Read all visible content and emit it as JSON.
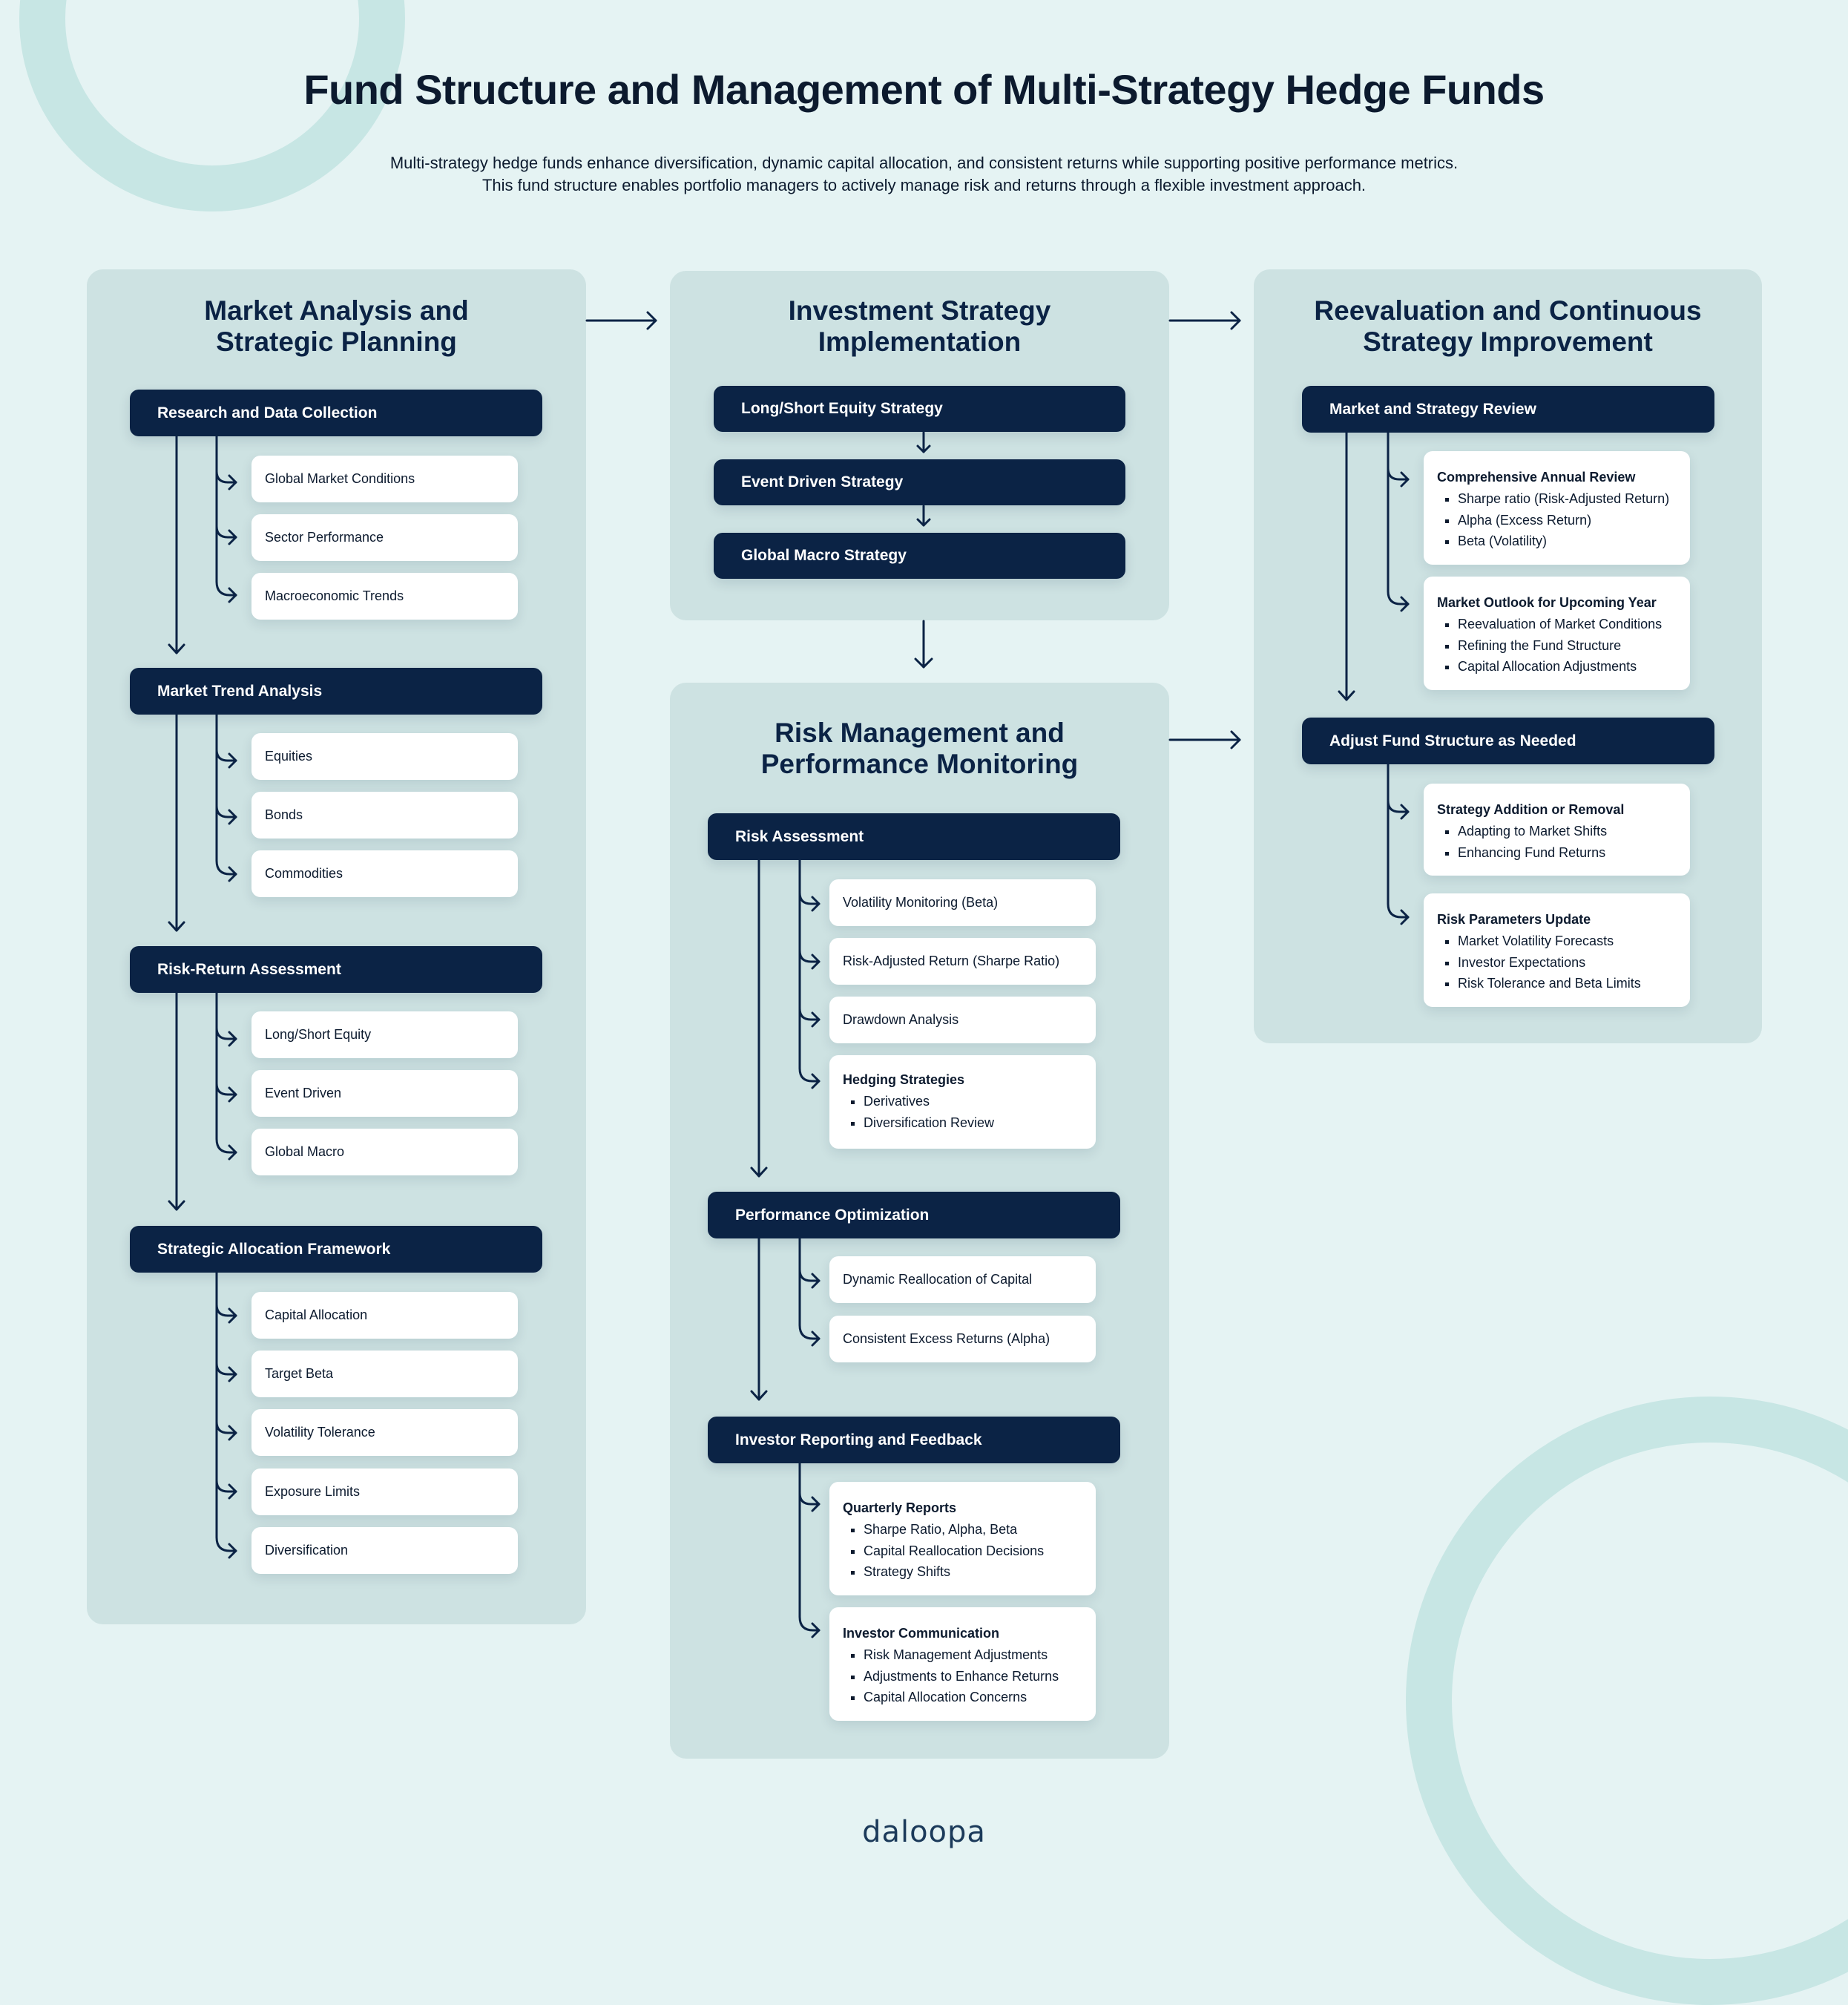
{
  "header": {
    "title": "Fund Structure and Management of Multi-Strategy Hedge Funds",
    "subtitle_line1": "Multi-strategy hedge funds enhance diversification, dynamic capital allocation, and consistent returns while supporting positive performance metrics.",
    "subtitle_line2": "This fund structure enables portfolio managers to actively manage risk and returns through a flexible investment approach."
  },
  "colors": {
    "background": "#e5f3f3",
    "panel": "#cde2e2",
    "step": "#0b2345",
    "card": "#ffffff",
    "decor_ring": "#c7e6e4"
  },
  "panels": {
    "market_analysis": {
      "title_line1": "Market Analysis and",
      "title_line2": "Strategic Planning",
      "steps": [
        {
          "label": "Research and Data Collection",
          "items": [
            "Global Market Conditions",
            "Sector Performance",
            "Macroeconomic Trends"
          ]
        },
        {
          "label": "Market Trend Analysis",
          "items": [
            "Equities",
            "Bonds",
            "Commodities"
          ]
        },
        {
          "label": "Risk-Return Assessment",
          "items": [
            "Long/Short Equity",
            "Event Driven",
            "Global Macro"
          ]
        },
        {
          "label": "Strategic Allocation Framework",
          "items": [
            "Capital Allocation",
            "Target Beta",
            "Volatility Tolerance",
            "Exposure Limits",
            "Diversification"
          ]
        }
      ]
    },
    "investment_strategy": {
      "title_line1": "Investment Strategy",
      "title_line2": "Implementation",
      "steps": [
        {
          "label": "Long/Short Equity Strategy"
        },
        {
          "label": "Event Driven Strategy"
        },
        {
          "label": "Global Macro Strategy"
        }
      ]
    },
    "risk_management": {
      "title_line1": "Risk Management and",
      "title_line2": "Performance Monitoring",
      "steps": [
        {
          "label": "Risk Assessment",
          "items": [
            "Volatility Monitoring (Beta)",
            "Risk-Adjusted Return (Sharpe Ratio)",
            "Drawdown Analysis"
          ],
          "rich": {
            "title": "Hedging Strategies",
            "bullets": [
              "Derivatives",
              "Diversification Review"
            ]
          }
        },
        {
          "label": "Performance Optimization",
          "items": [
            "Dynamic Reallocation of Capital",
            "Consistent Excess Returns (Alpha)"
          ]
        },
        {
          "label": "Investor Reporting and Feedback",
          "cards": [
            {
              "title": "Quarterly Reports",
              "bullets": [
                "Sharpe Ratio, Alpha, Beta",
                "Capital Reallocation Decisions",
                "Strategy Shifts"
              ]
            },
            {
              "title": "Investor Communication",
              "bullets": [
                "Risk Management Adjustments",
                "Adjustments to Enhance Returns",
                "Capital Allocation Concerns"
              ]
            }
          ]
        }
      ]
    },
    "reevaluation": {
      "title_line1": "Reevaluation and Continuous",
      "title_line2": "Strategy Improvement",
      "steps": [
        {
          "label": "Market and Strategy Review",
          "cards": [
            {
              "title": "Comprehensive Annual Review",
              "bullets": [
                "Sharpe ratio (Risk-Adjusted Return)",
                "Alpha (Excess Return)",
                "Beta (Volatility)"
              ]
            },
            {
              "title": "Market Outlook for Upcoming Year",
              "bullets": [
                "Reevaluation of Market Conditions",
                "Refining the Fund Structure",
                "Capital Allocation Adjustments"
              ]
            }
          ]
        },
        {
          "label": "Adjust Fund Structure as Needed",
          "cards": [
            {
              "title": "Strategy Addition or Removal",
              "bullets": [
                "Adapting to Market Shifts",
                "Enhancing Fund Returns"
              ]
            },
            {
              "title": "Risk Parameters Update",
              "bullets": [
                "Market Volatility Forecasts",
                "Investor Expectations",
                "Risk Tolerance and Beta Limits"
              ]
            }
          ]
        }
      ]
    }
  },
  "footer": {
    "logo_text": "daloopa"
  }
}
